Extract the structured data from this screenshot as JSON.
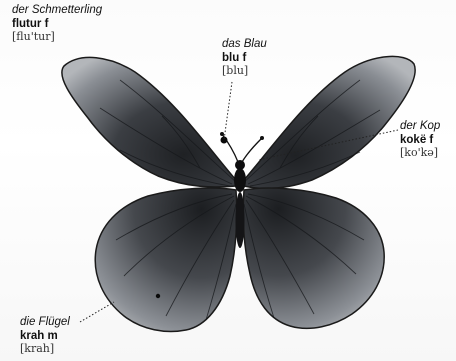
{
  "annotations": {
    "butterfly": {
      "german": "der Schmetterling",
      "term": "flutur f",
      "pronunciation": "[flu'tur]"
    },
    "blue": {
      "german": "das Blau",
      "term": "blu f",
      "pronunciation": "[blu]"
    },
    "head": {
      "german": "der Kop",
      "term": "kokë f",
      "pronunciation": "[ko'kə]"
    },
    "wings": {
      "german": "die Flügel",
      "term": "krah m",
      "pronunciation": "[krah]"
    }
  },
  "illustration": {
    "subject": "butterfly",
    "wing_color": "#3a3d42",
    "wing_edge_color": "#9a9ea3",
    "body_color": "#111111"
  }
}
